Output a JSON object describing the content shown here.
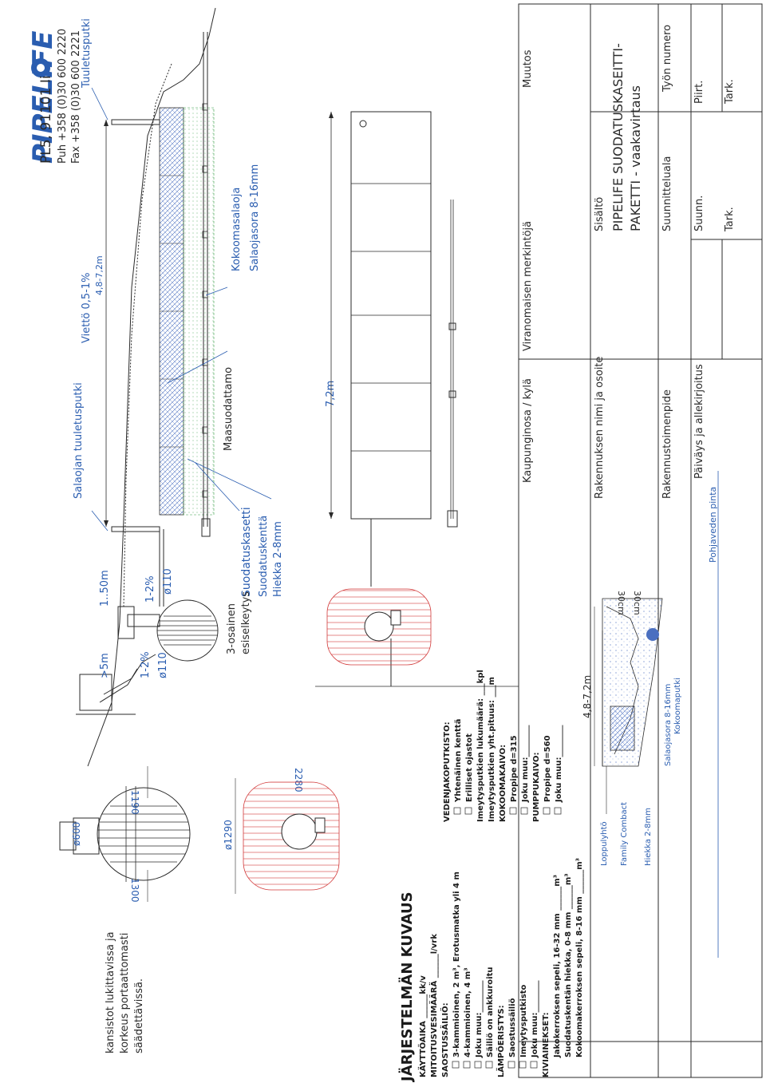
{
  "company": {
    "logo": "PIPELIFE",
    "address": "PL5, 91101 Ii",
    "phone": "Puh +358 (0)30 600 2220",
    "fax": "Fax +358 (0)30 600 2221"
  },
  "top_labels": {
    "vent_pipe": "Tuuletusputki",
    "slope": "Viettö 0,5-1%",
    "length_top": "4,8-7,2m",
    "collector_layer": "Kokoomasalaoja",
    "gravel": "Salaojasora 8-16mm",
    "soil_cover": "Maasuodattamo",
    "drain_vent_pipe": "Salaojan tuuletusputki",
    "filter_cassette": "Suodatuskasetti",
    "filter_field": "Suodatuskenttä",
    "sand": "Hiekka 2-8mm",
    "pre_separation": "3-osainen",
    "pre_separation2": "esiselkeytys",
    "dim_150": "1..50m",
    "slope_1": "1-2%",
    "slope_2": "1-2%",
    "pipe_110_a": "ø110",
    "pipe_110_b": "ø110",
    "dist_5": ">5m",
    "dist_72": "7,2m",
    "groundwater": "Pohjaveden pinta"
  },
  "tank_dims": {
    "d600": "ø600",
    "w1190": "1190",
    "w1300": "1300",
    "d1290": "ø1290",
    "l2280": "2280"
  },
  "notes": {
    "lock": [
      "kansistot lukittavissa ja",
      "korkeus portaattomasti",
      "säädettävissä."
    ]
  },
  "system_desc": {
    "title": "JÄRJESTELMÄN KUVAUS",
    "lines": [
      "KÄYTTÖAIKA ______kk/v",
      "MITOITUSVESIMÄÄRÄ ______l/vrk",
      "SAOSTUSSÄILIÖ:",
      "3-kammioinen, 2 m³, Erotusmatka yli 4 m",
      "4-kammioinen, 4 m³",
      "Joku muu:________",
      "Säiliö on ankkuroitu",
      "LÄMPÖERISTYS:",
      "Saostussäiliö",
      "Imeytysputkisto",
      "Joku muu:________",
      "KIVIAINEKSET:",
      "Jakokerroksen sepeli, 16-32 mm ______m³",
      "Suodatuskentän hiekka, 0-8 mm ______m³",
      "Kokoomakerroksen sepeli, 8-16 mm ______m³"
    ]
  },
  "distribution_desc": {
    "lines": [
      "VEDENJAKOPUTKISTO:",
      "Yhtenäinen kenttä",
      "Erilliset ojastot",
      "Imeytysputkien lukumäärä: ___kpl",
      "Imeytysputkien yht.pituus: ___m",
      "KOKOOMAKAIVO:",
      "Propipe d=315",
      "Joku muu:________",
      "PUMPPUKAIVO:",
      "Propipe d=560",
      "Joku muu:________"
    ]
  },
  "section_labels": {
    "width": "4,8-7,2m",
    "topsoil": "Loppulyhtö",
    "family": "Family Combact",
    "sand": "Hiekka 2-8mm",
    "gravel": "Salaojasora 8-16mm",
    "collector": "Kokoomaputki",
    "d30a": "30cm",
    "d30b": "30cm"
  },
  "title_block": {
    "muutos": "Muutos",
    "viranomainen": "Viranomaisen merkintöjä",
    "kaupunginosa": "Kaupunginosa / kylä",
    "rakennuksen": "Rakennuksen nimi ja osoite",
    "sisalto": "Sisältö",
    "drawing_title_1": "PIPELIFE SUODATUSKASEITTI-",
    "drawing_title_2": "PAKETTI - vaakavirtaus",
    "rakennustoimenpide": "Rakennustoimenpide",
    "suunnitteluala": "Suunnitteluala",
    "tyon_numero": "Työn numero",
    "paivays": "Päiväys ja allekirjoitus",
    "suunn": "Suunn.",
    "piirt": "Piirt.",
    "tark1": "Tark.",
    "tark2": "Tark."
  },
  "colors": {
    "line": "#2a2a2a",
    "blue": "#2a5db0",
    "red": "#d23a3a",
    "green": "#3aa04a",
    "hatch": "#4a6fc0"
  }
}
